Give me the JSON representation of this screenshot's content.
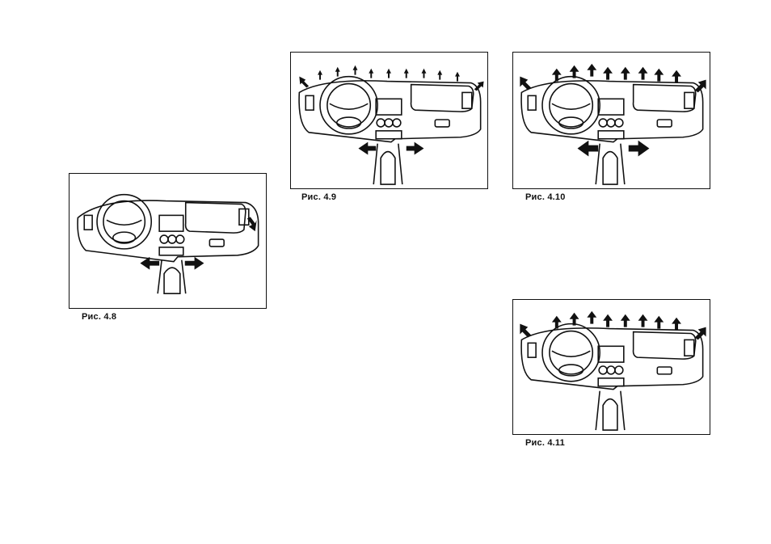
{
  "figures": [
    {
      "caption": "Рис. 4.8",
      "airflow": "floor"
    },
    {
      "caption": "Рис. 4.9",
      "airflow": "floor-and-windshield"
    },
    {
      "caption": "Рис. 4.10",
      "airflow": "floor-and-windshield-strong"
    },
    {
      "caption": "Рис. 4.11",
      "airflow": "windshield-and-floor"
    }
  ]
}
